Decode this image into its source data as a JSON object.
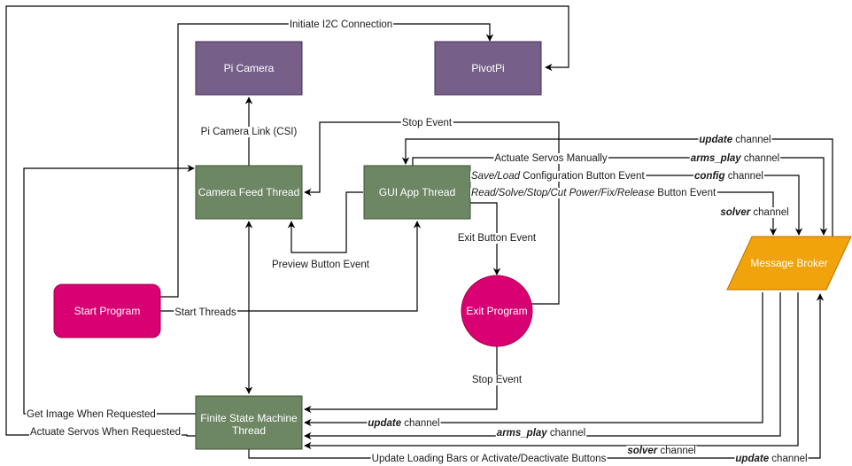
{
  "colors": {
    "device": "#76608a",
    "device_stroke": "#432d57",
    "thread": "#6d8764",
    "thread_stroke": "#3a5431",
    "terminal": "#d80073",
    "terminal_stroke": "#a50040",
    "broker": "#f0a30a",
    "broker_stroke": "#bd7000"
  },
  "nodes": {
    "pi_camera": "Pi Camera",
    "pivotpi": "PivotPi",
    "camera_feed": "Camera Feed Thread",
    "gui_app": "GUI App Thread",
    "start_program": "Start Program",
    "exit_program": "Exit Program",
    "message_broker": "Message Broker",
    "fsm_line1": "Finite State Machine",
    "fsm_line2": "Thread"
  },
  "edges": {
    "initiate_i2c": "Initiate I2C Connection",
    "pi_camera_link": "Pi Camera Link (CSI)",
    "stop_event_top": "Stop Event",
    "preview_button": "Preview Button Event",
    "start_threads": "Start Threads",
    "exit_button": "Exit Button Event",
    "stop_event_bottom": "Stop Event",
    "actuate_manually": "Actuate Servos Manually",
    "save_load_italic": "Save/Load",
    "save_load_rest": " Configuration Button Event",
    "read_solve_italic": "Read/Solve/Stop/Cut Power/Fix/Release",
    "read_solve_rest": " Button Event",
    "get_image": "Get Image When Requested",
    "actuate_requested": "Actuate Servos When Requested",
    "update_loading": "Update Loading Bars or Activate/Deactivate Buttons",
    "channel_word": " channel",
    "ch_update": "update",
    "ch_arms_play": "arms_play",
    "ch_config": "config",
    "ch_solver": "solver"
  }
}
